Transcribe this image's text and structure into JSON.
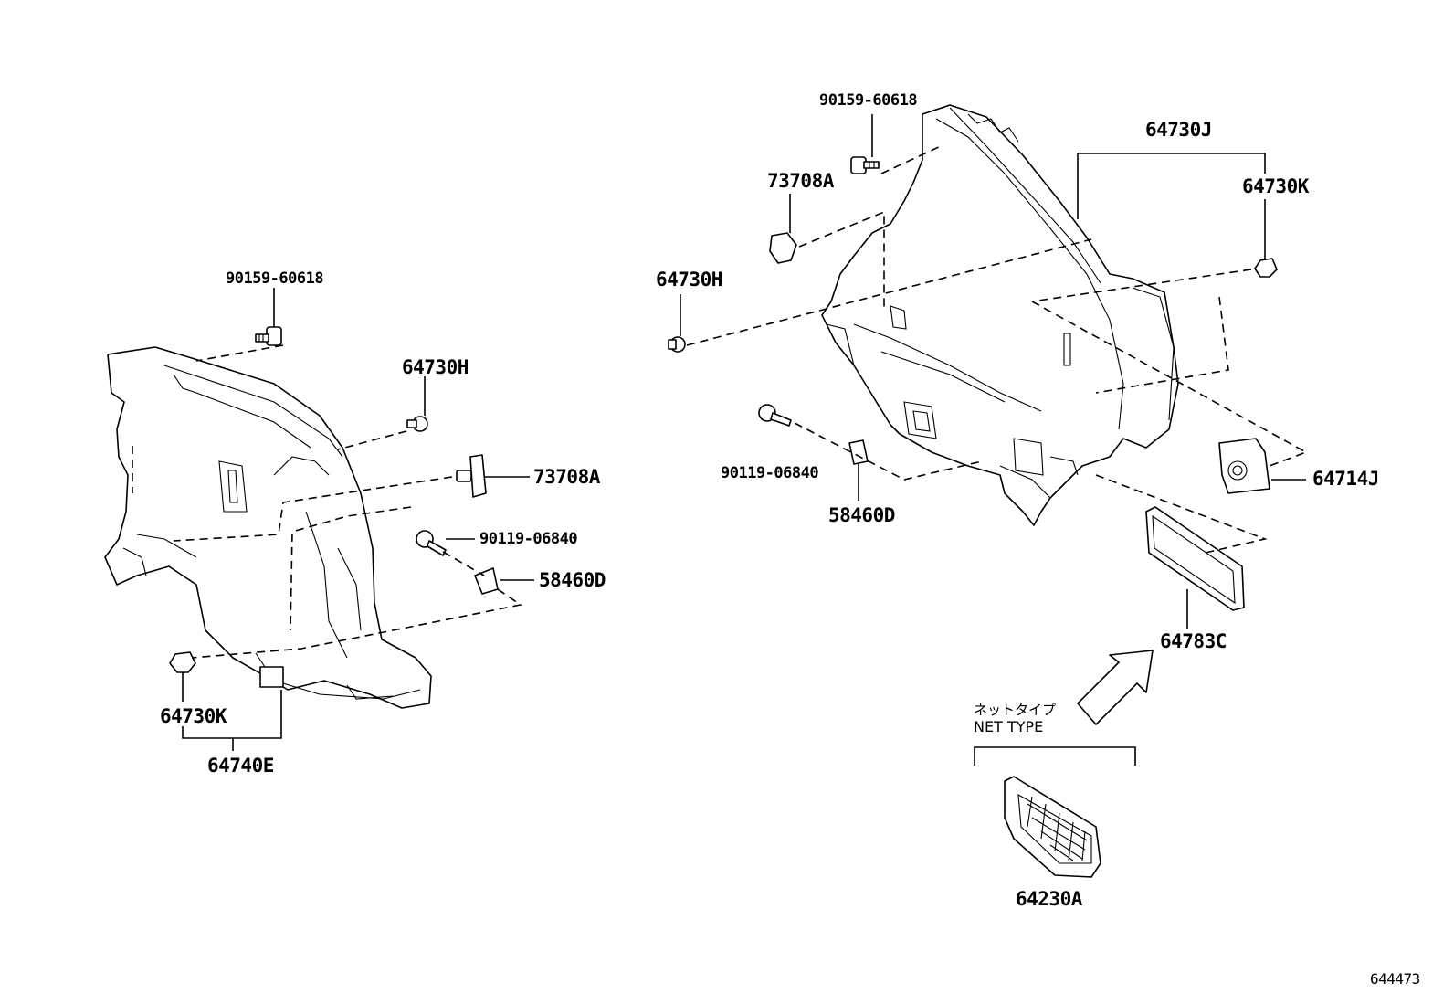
{
  "diagram": {
    "left_assembly": {
      "labels": {
        "bolt_top": "90159-60618",
        "clip_h": "64730H",
        "clip_73708": "73708A",
        "screw": "90119-06840",
        "clip_58460": "58460D",
        "clip_k": "64730K",
        "panel": "64740E"
      }
    },
    "right_assembly": {
      "labels": {
        "bolt_top": "90159-60618",
        "clip_73708": "73708A",
        "clip_h": "64730H",
        "panel": "64730J",
        "clip_k": "64730K",
        "screw": "90119-06840",
        "clip_58460": "58460D",
        "cover": "64714J",
        "frame": "64783C"
      }
    },
    "net_type": {
      "label_jp": "ネットタイプ",
      "label_en": "NET TYPE",
      "part": "64230A"
    },
    "figure_code": "644473"
  }
}
